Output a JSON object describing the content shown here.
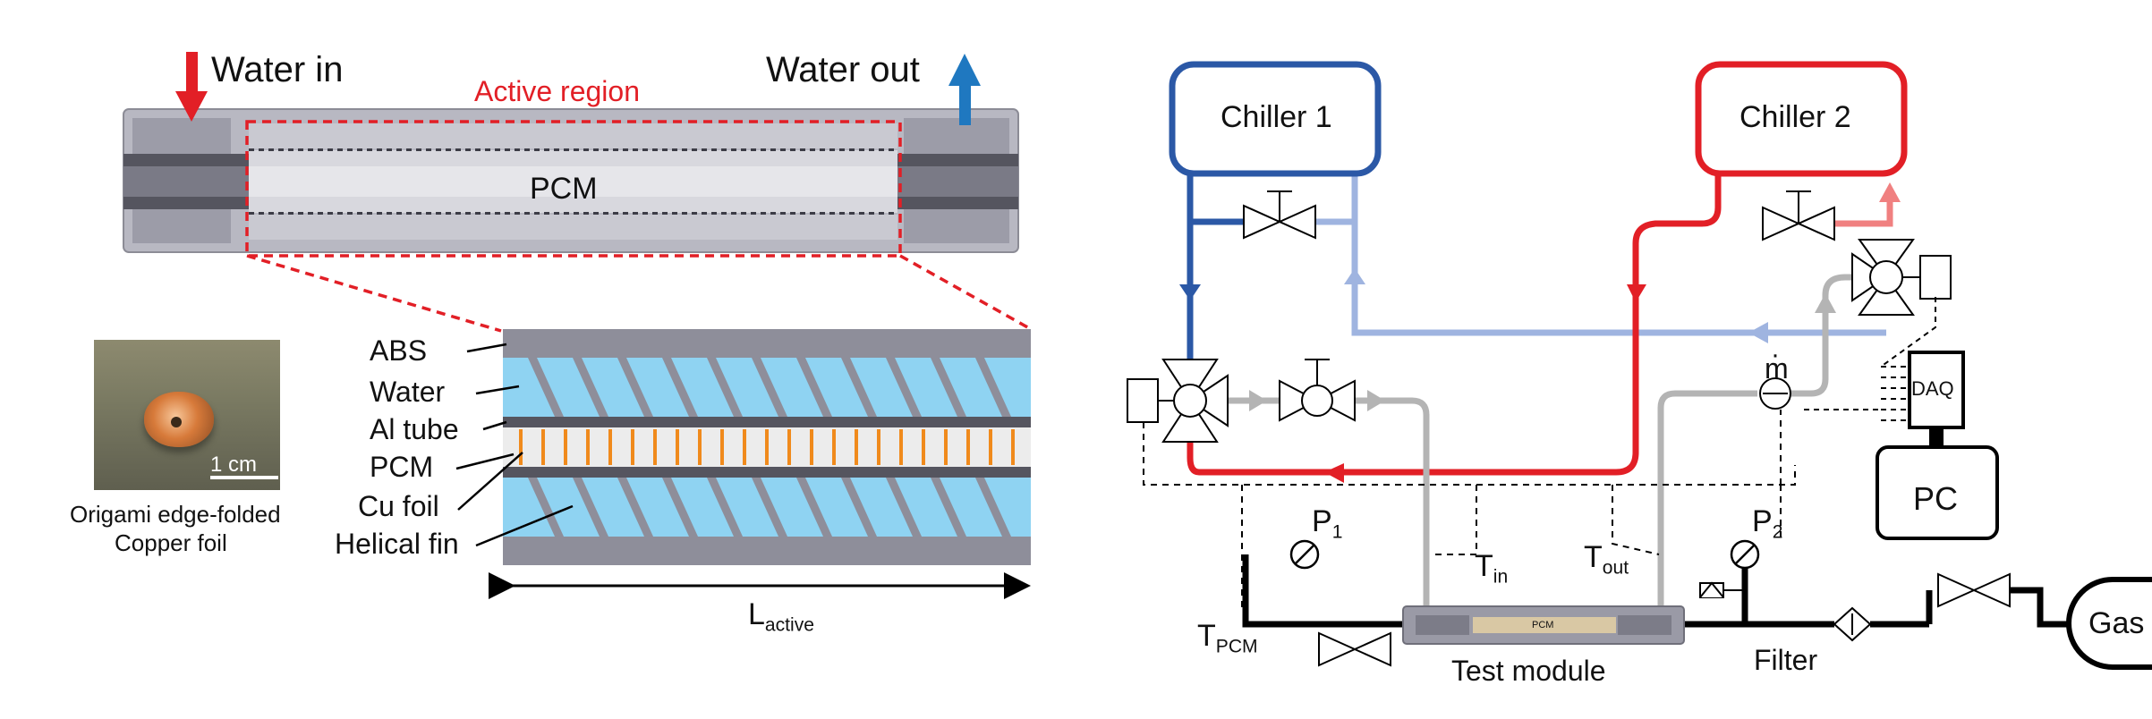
{
  "left": {
    "water_in": "Water in",
    "water_out": "Water out",
    "active_region": "Active region",
    "pcm": "PCM",
    "layers": [
      "ABS",
      "Water",
      "Al tube",
      "PCM",
      "Cu foil",
      "Helical fin"
    ],
    "length_main": "L",
    "length_sub": "active",
    "scale_bar": "1 cm",
    "caption_line1": "Origami edge-folded",
    "caption_line2": "Copper foil"
  },
  "right": {
    "chiller1": "Chiller 1",
    "chiller2": "Chiller 2",
    "daq": "DAQ",
    "pc": "PC",
    "mdot": "m",
    "p1_main": "P",
    "p1_sub": "1",
    "p2_main": "P",
    "p2_sub": "2",
    "tin_main": "T",
    "tin_sub": "in",
    "tout_main": "T",
    "tout_sub": "out",
    "tpcm_main": "T",
    "tpcm_sub": "PCM",
    "test_module": "Test module",
    "module_pcm": "PCM",
    "filter": "Filter",
    "gas_cylinder": "Gas cylinder"
  },
  "colors": {
    "water_in_arrow": "#e21f26",
    "water_out_arrow": "#1f78c0",
    "active_region": "#e21f26",
    "chiller1": "#2b58a6",
    "chiller1_light": "#9fb4e0",
    "chiller2": "#e21f26",
    "chiller2_light": "#f08080",
    "water_layer": "#8fd3f2",
    "abs_layer": "#8e8e9a",
    "copper_fins": "#f08a1c"
  }
}
